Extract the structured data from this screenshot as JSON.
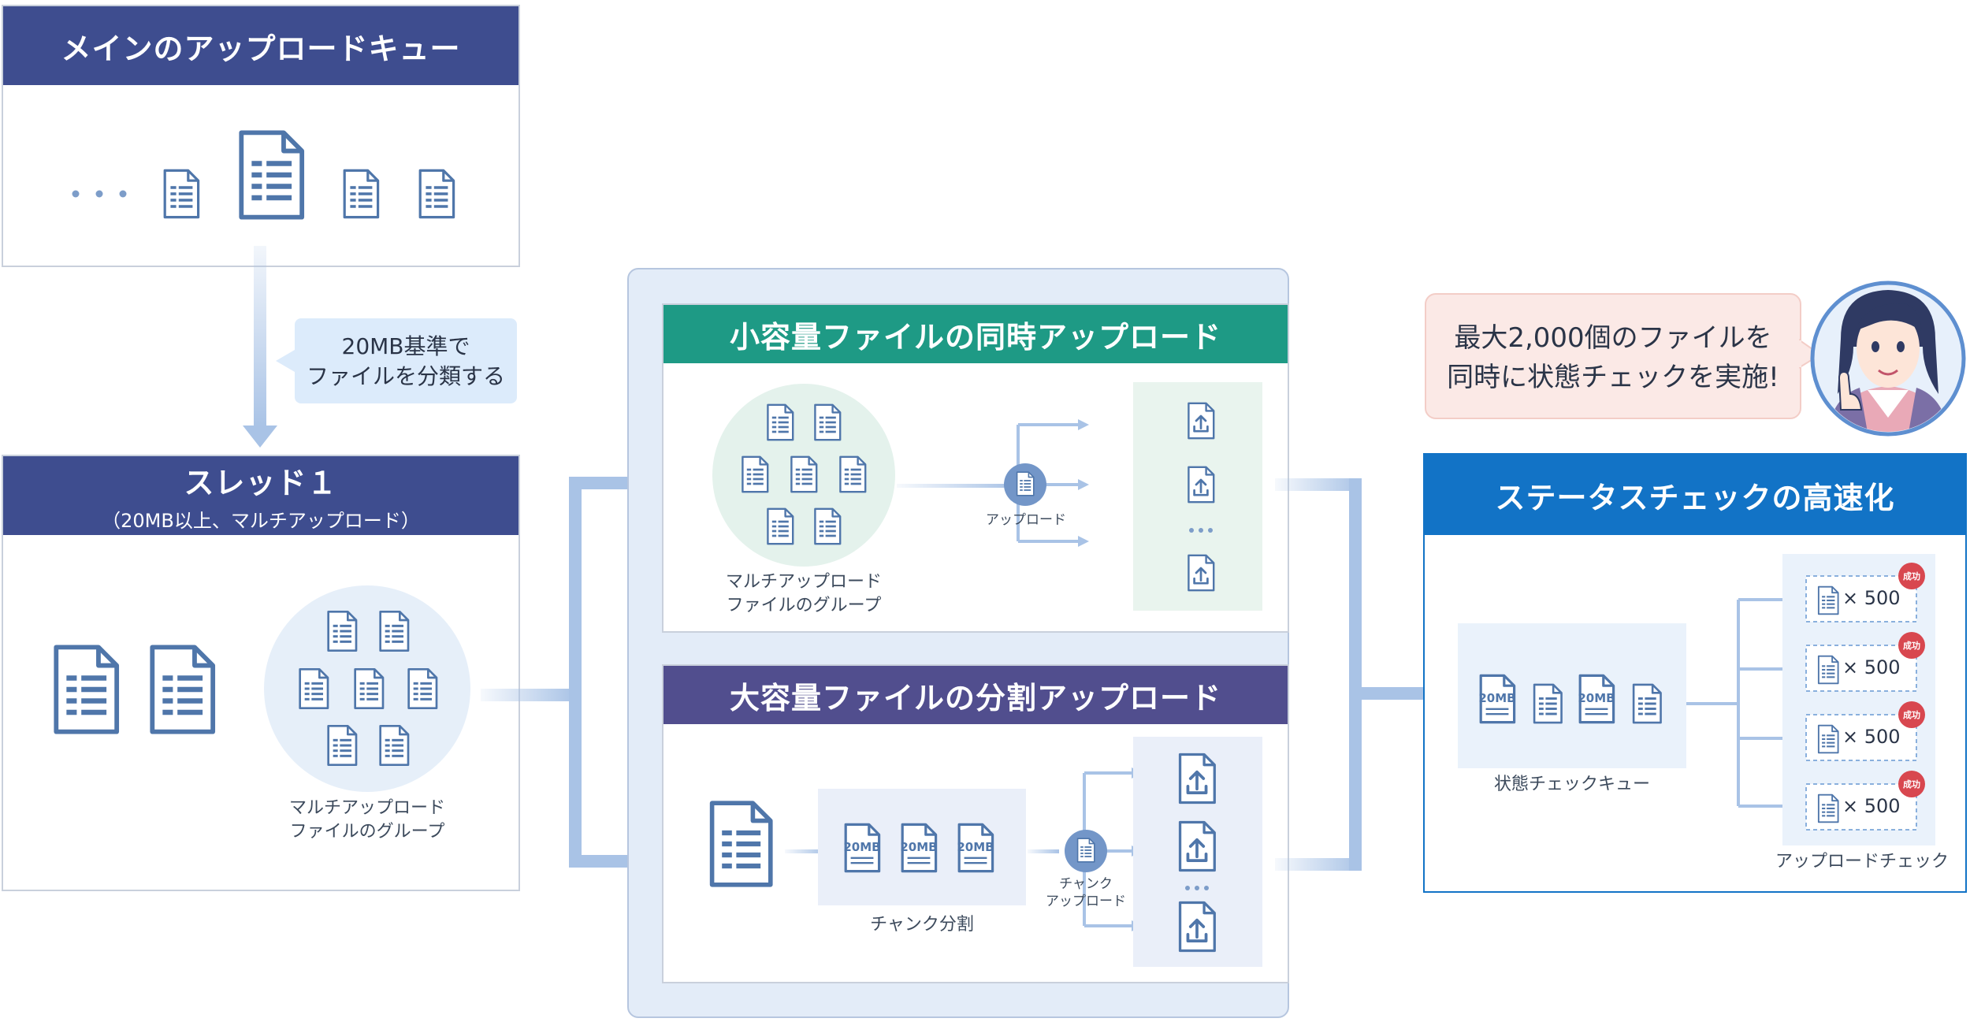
{
  "main_queue": {
    "title": "メインのアップロードキュー"
  },
  "classify_callout": {
    "line1": "20MB基準で",
    "line2": "ファイルを分類する"
  },
  "thread1": {
    "title": "スレッド１",
    "subtitle": "（20MB以上、マルチアップロード）",
    "group_caption_1": "マルチアップロード",
    "group_caption_2": "ファイルのグループ"
  },
  "small_upload": {
    "title": "小容量ファイルの同時アップロード",
    "group_caption_1": "マルチアップロード",
    "group_caption_2": "ファイルのグループ",
    "upload_label": "アップロード"
  },
  "large_upload": {
    "title": "大容量ファイルの分割アップロード",
    "chunk_split_label": "チャンク分割",
    "chunk_upload_label_1": "チャンク",
    "chunk_upload_label_2": "アップロード",
    "chunk_size": "20MB"
  },
  "status_check": {
    "title": "ステータスチェックの高速化",
    "speech_line1": "最大2,000個のファイルを",
    "speech_line2": "同時に状態チェックを実施!",
    "queue_label": "状態チェックキュー",
    "upload_check_label": "アップロードチェック",
    "badge": "成功",
    "multiplier": "× 500",
    "chunk_size": "20MB"
  },
  "colors": {
    "navy": "#3e4d8f",
    "green": "#1e9a85",
    "purple": "#514e8e",
    "blue": "#1273c6",
    "doc": "#4f76aa"
  }
}
